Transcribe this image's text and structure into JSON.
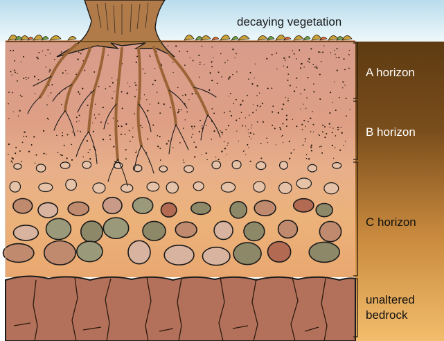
{
  "top_label": "decaying vegetation",
  "horizons": [
    {
      "key": "a",
      "label": "A horizon"
    },
    {
      "key": "b",
      "label": "B horizon"
    },
    {
      "key": "c",
      "label": "C horizon"
    },
    {
      "key": "r",
      "label_line1": "unaltered",
      "label_line2": "bedrock"
    }
  ],
  "colors": {
    "sky": "#dff0f7",
    "a_horizon": "#d79a86",
    "b_horizon": "#e2a684",
    "c_horizon": "#eab27a",
    "bedrock": "#b2705a",
    "roots": "#a87142",
    "side_bar_top": "#6b4416",
    "side_bar_bottom": "#f0b969"
  }
}
